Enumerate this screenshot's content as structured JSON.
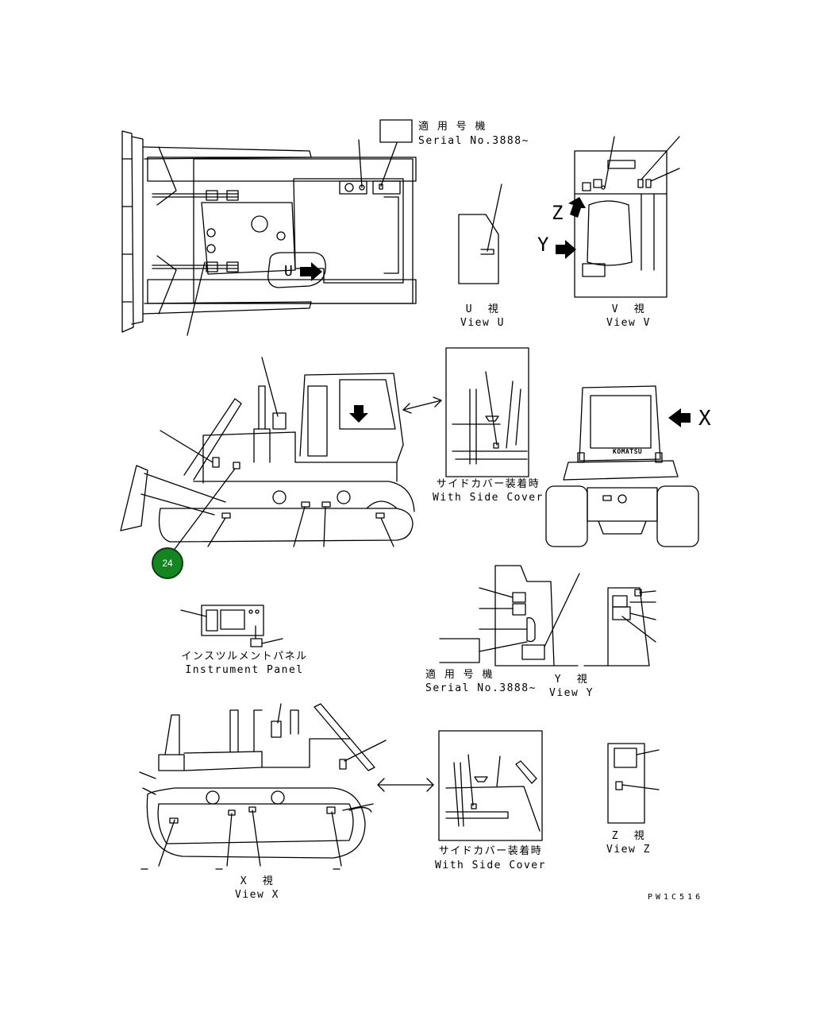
{
  "top_serial": {
    "jp": "適 用 号 機",
    "en": "Serial No.3888~"
  },
  "view_u": {
    "jp": "U  視",
    "en": "View U",
    "marker": "U"
  },
  "view_v": {
    "jp": "V  視",
    "en": "View V"
  },
  "view_v_arrows": {
    "z": "Z",
    "y": "Y"
  },
  "side_cover_top": {
    "jp": "サイドカバー装着時",
    "en": "With Side Cover"
  },
  "rear_arrow": {
    "x": "X"
  },
  "rear_brand": "KOMATSU",
  "callout_badge": "24",
  "instrument_panel": {
    "jp": "インスツルメントパネル",
    "en": "Instrument Panel"
  },
  "mid_serial": {
    "jp": "適 用 号 機",
    "en": "Serial No.3888~"
  },
  "view_y": {
    "jp": "Y  視",
    "en": "View Y"
  },
  "side_cover_bottom": {
    "jp": "サイドカバー装着時",
    "en": "With Side Cover"
  },
  "view_z": {
    "jp": "Z  視",
    "en": "View Z"
  },
  "view_x": {
    "jp": "X  視",
    "en": "View X"
  },
  "drawing_code": "PW1C516",
  "line_color": "#000000",
  "badge_color": "#14861f"
}
